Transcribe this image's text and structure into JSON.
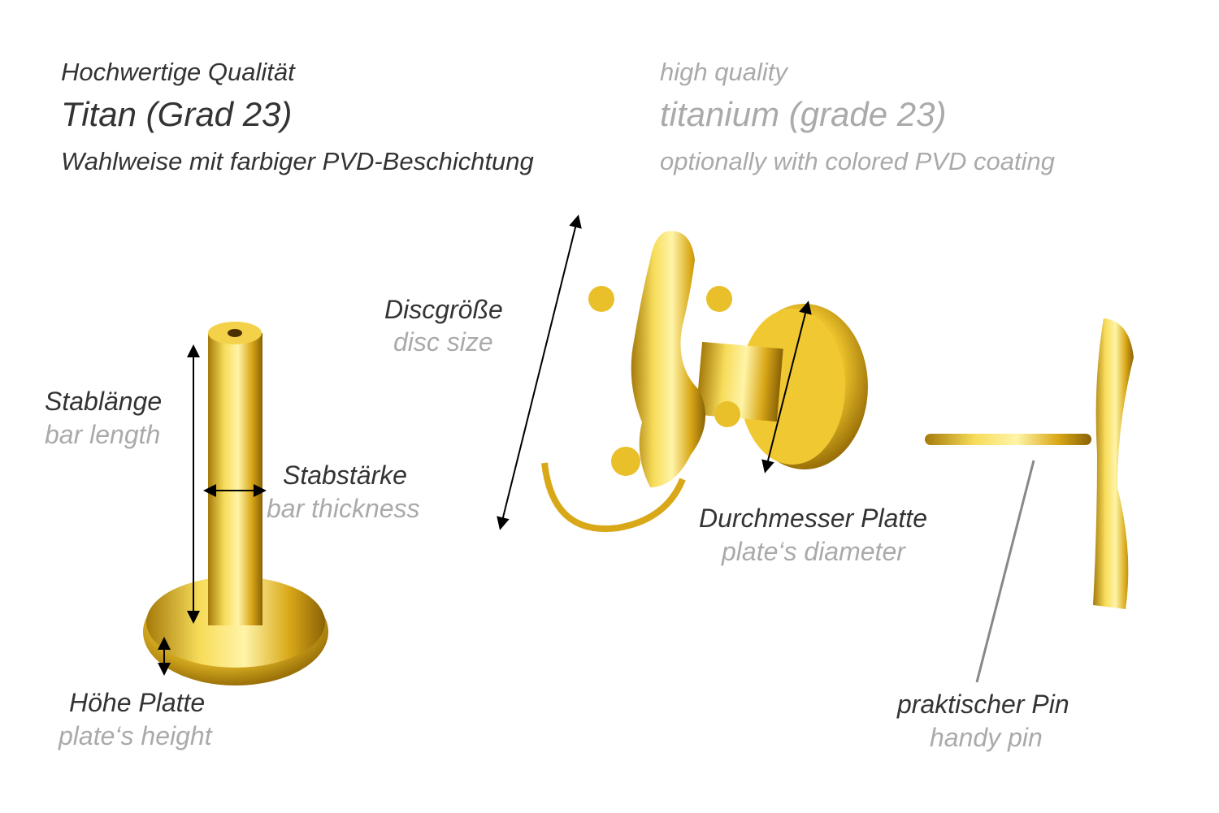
{
  "header": {
    "de": {
      "line1": "Hochwertige Qualität",
      "line2": "Titan (Grad 23)",
      "line3": "Wahlweise mit farbiger PVD-Beschichtung"
    },
    "en": {
      "line1": "high quality",
      "line2": "titanium (grade 23)",
      "line3": "optionally with colored PVD coating"
    }
  },
  "labels": {
    "bar_length": {
      "de": "Stablänge",
      "en": "bar length"
    },
    "bar_thickness": {
      "de": "Stabstärke",
      "en": "bar thickness"
    },
    "plate_height": {
      "de": "Höhe Platte",
      "en": "plate‘s height"
    },
    "disc_size": {
      "de": "Discgröße",
      "en": "disc size"
    },
    "plate_diameter": {
      "de": "Durchmesser Platte",
      "en": "plate‘s diameter"
    },
    "handy_pin": {
      "de": "praktischer Pin",
      "en": "handy pin"
    }
  },
  "colors": {
    "dark_text": "#333333",
    "light_text": "#aaaaaa",
    "gold": "#e0b422"
  }
}
